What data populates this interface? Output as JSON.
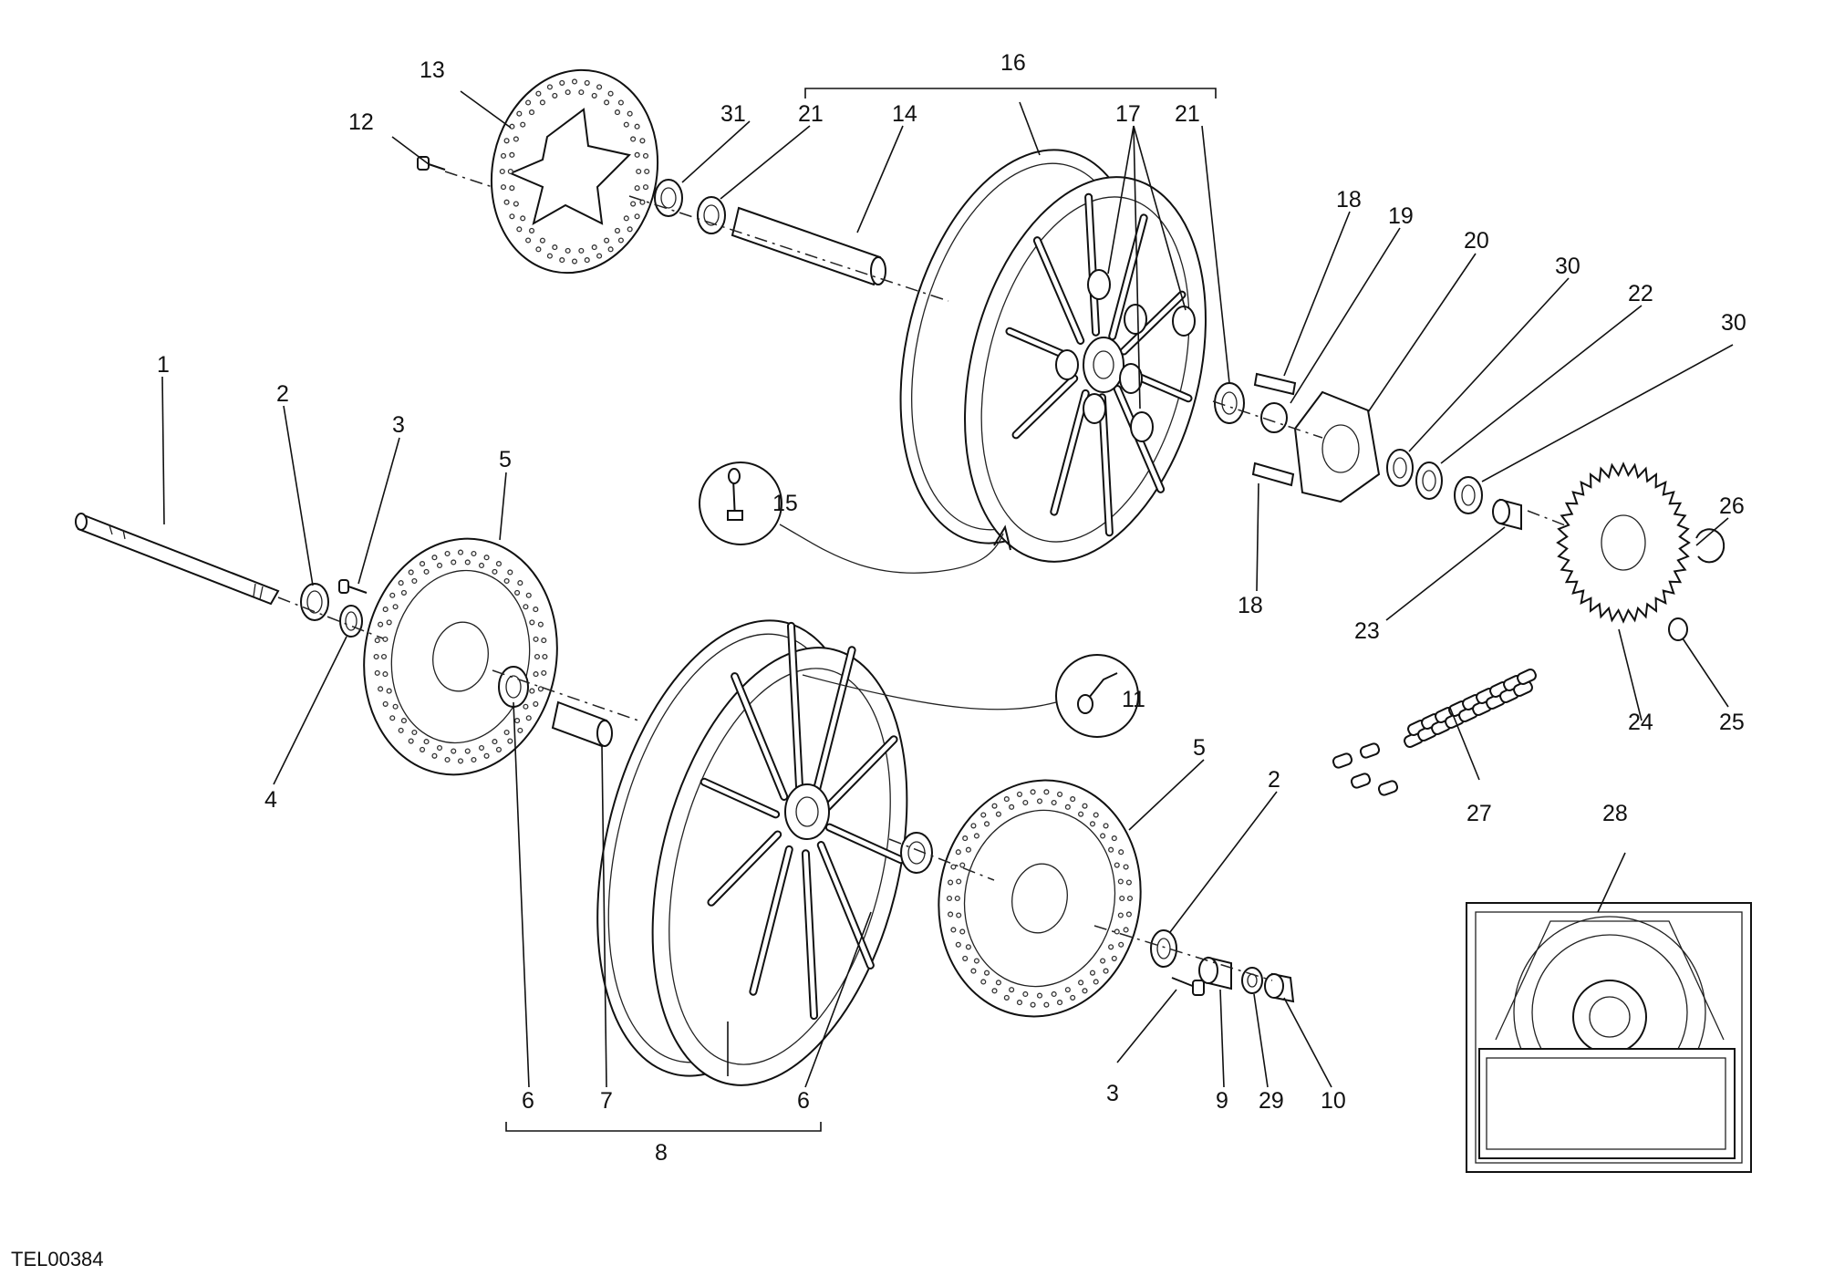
{
  "drawing_code": "TEL00384",
  "callouts": [
    {
      "id": "c1",
      "text": "1"
    },
    {
      "id": "c2a",
      "text": "2"
    },
    {
      "id": "c2b",
      "text": "2"
    },
    {
      "id": "c3a",
      "text": "3"
    },
    {
      "id": "c3b",
      "text": "3"
    },
    {
      "id": "c4",
      "text": "4"
    },
    {
      "id": "c5a",
      "text": "5"
    },
    {
      "id": "c5b",
      "text": "5"
    },
    {
      "id": "c6a",
      "text": "6"
    },
    {
      "id": "c6b",
      "text": "6"
    },
    {
      "id": "c7",
      "text": "7"
    },
    {
      "id": "c8",
      "text": "8"
    },
    {
      "id": "c9",
      "text": "9"
    },
    {
      "id": "c10",
      "text": "10"
    },
    {
      "id": "c11",
      "text": "11"
    },
    {
      "id": "c12",
      "text": "12"
    },
    {
      "id": "c13",
      "text": "13"
    },
    {
      "id": "c14",
      "text": "14"
    },
    {
      "id": "c15",
      "text": "15"
    },
    {
      "id": "c16",
      "text": "16"
    },
    {
      "id": "c17",
      "text": "17"
    },
    {
      "id": "c18a",
      "text": "18"
    },
    {
      "id": "c18b",
      "text": "18"
    },
    {
      "id": "c19",
      "text": "19"
    },
    {
      "id": "c20",
      "text": "20"
    },
    {
      "id": "c21a",
      "text": "21"
    },
    {
      "id": "c21b",
      "text": "21"
    },
    {
      "id": "c22",
      "text": "22"
    },
    {
      "id": "c23",
      "text": "23"
    },
    {
      "id": "c24",
      "text": "24"
    },
    {
      "id": "c25",
      "text": "25"
    },
    {
      "id": "c26",
      "text": "26"
    },
    {
      "id": "c27",
      "text": "27"
    },
    {
      "id": "c28",
      "text": "28"
    },
    {
      "id": "c29",
      "text": "29"
    },
    {
      "id": "c30a",
      "text": "30"
    },
    {
      "id": "c30b",
      "text": "30"
    },
    {
      "id": "c31",
      "text": "31"
    }
  ]
}
